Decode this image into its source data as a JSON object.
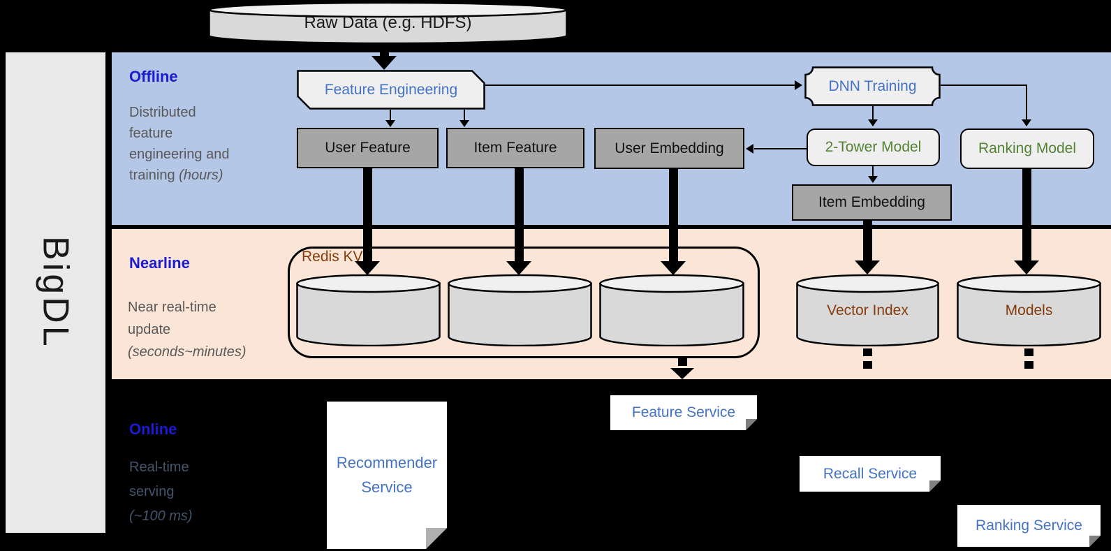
{
  "sidebar": {
    "logo": "BigDL"
  },
  "datasource": {
    "label": "Raw Data (e.g. HDFS)"
  },
  "sections": {
    "offline": {
      "title": "Offline",
      "desc_lines": [
        "Distributed",
        "feature",
        "engineering and"
      ],
      "desc_tail": "training ",
      "desc_italic": "(hours)"
    },
    "nearline": {
      "title": "Nearline",
      "desc_lines": [
        "Near real-time",
        "update"
      ],
      "desc_italic": "(seconds~minutes)"
    },
    "online": {
      "title": "Online",
      "desc_lines": [
        "Real-time",
        "serving"
      ],
      "desc_italic": "(~100 ms)"
    }
  },
  "nodes": {
    "feature_engineering": "Feature Engineering",
    "dnn_training": "DNN Training",
    "user_feature": "User Feature",
    "item_feature": "Item Feature",
    "user_embedding": "User Embedding",
    "two_tower_model": "2-Tower Model",
    "ranking_model": "Ranking Model",
    "item_embedding": "Item Embedding",
    "redis_kv": "Redis KV",
    "vector_index": "Vector Index",
    "models": "Models",
    "recommender_service": "Recommender Service",
    "feature_service": "Feature Service",
    "recall_service": "Recall Service",
    "ranking_service": "Ranking Service"
  },
  "colors": {
    "offline_band": "#b4c7e7",
    "nearline_band": "#fbe5d6",
    "section_title_blue": "#1b1bd1",
    "desc_gray": "#595959",
    "online_desc_blue_gray": "#44546a",
    "node_label_blue": "#4472c4",
    "node_label_green": "#548235",
    "store_label_brown": "#843c0c",
    "gray_node_fill": "#a6a6a6",
    "light_node_fill": "#efefef",
    "cylinder_fill": "#d9d9d9"
  }
}
